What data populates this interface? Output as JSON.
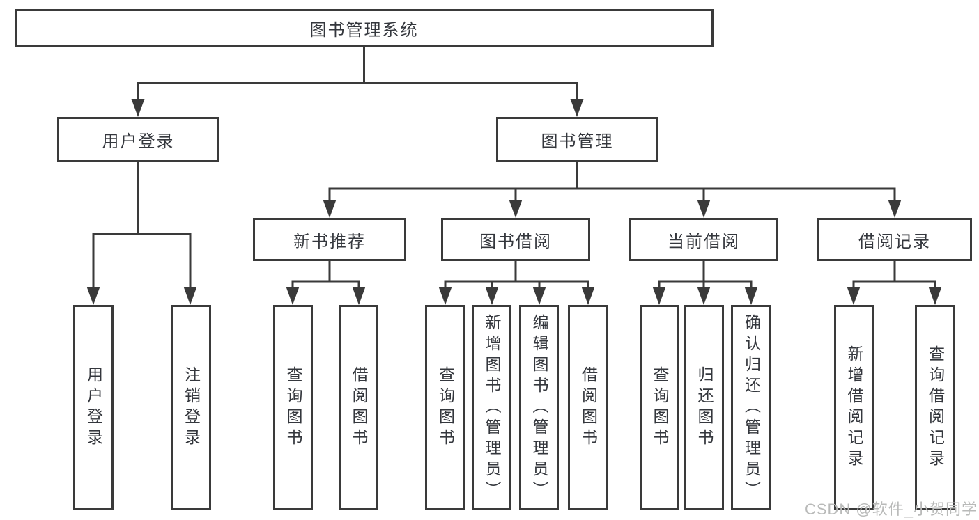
{
  "tree": {
    "root": {
      "label": "图书管理系统"
    },
    "children": [
      {
        "label": "用户登录",
        "children": [
          {
            "label": "用户登录"
          },
          {
            "label": "注销登录"
          }
        ]
      },
      {
        "label": "图书管理",
        "children": [
          {
            "label": "新书推荐",
            "children": [
              {
                "label": "查询图书"
              },
              {
                "label": "借阅图书"
              }
            ]
          },
          {
            "label": "图书借阅",
            "children": [
              {
                "label": "查询图书"
              },
              {
                "label": "新增图书（管理员）"
              },
              {
                "label": "编辑图书（管理员）"
              },
              {
                "label": "借阅图书"
              }
            ]
          },
          {
            "label": "当前借阅",
            "children": [
              {
                "label": "查询图书"
              },
              {
                "label": "归还图书"
              },
              {
                "label": "确认归还（管理员）"
              }
            ]
          },
          {
            "label": "借阅记录",
            "children": [
              {
                "label": "新增借阅记录"
              },
              {
                "label": "查询借阅记录"
              }
            ]
          }
        ]
      }
    ]
  },
  "watermark": {
    "text": "CSDN @软件_小贺同学"
  },
  "colors": {
    "line": "#3a3a3a",
    "text": "#34373d",
    "box_fill": "#ffffff",
    "watermark": "#b9bab9",
    "background": "#ffffff"
  }
}
